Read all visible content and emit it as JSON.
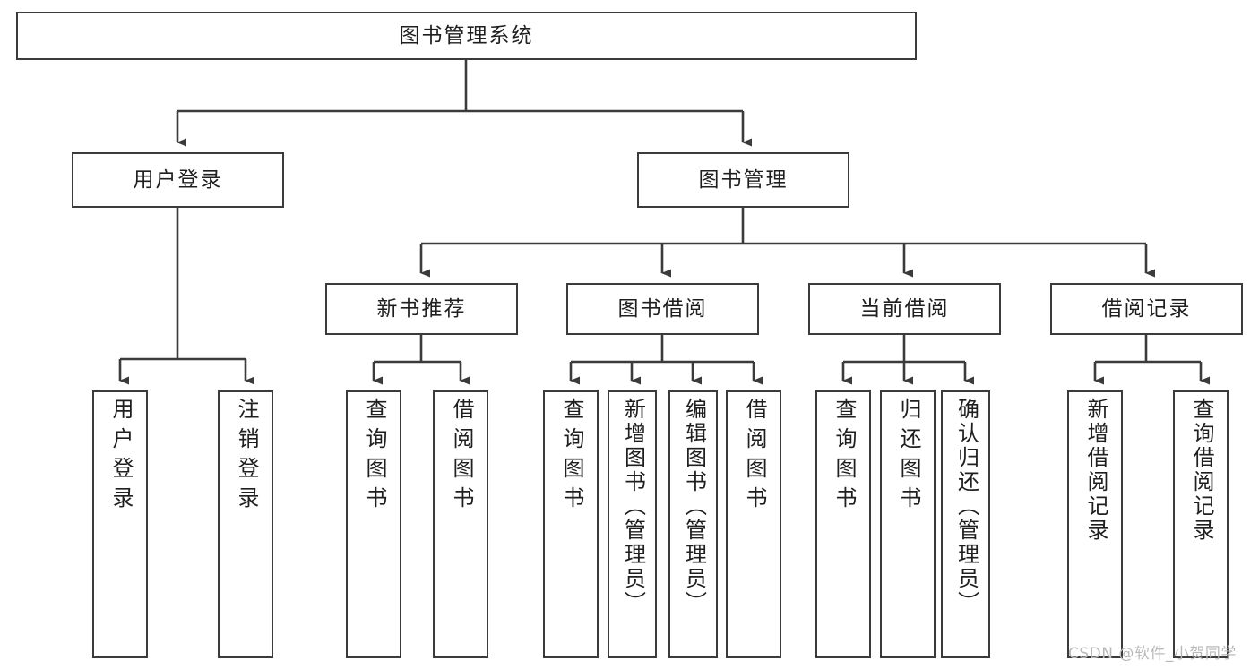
{
  "diagram": {
    "title": "图书管理系统",
    "type": "hierarchy-tree",
    "watermark": "CSDN @软件_小贺同学",
    "colors": {
      "box_border": "#3b3b3b",
      "box_fill": "#ffffff",
      "connector": "#3b3b3b",
      "text": "#1f1f1f",
      "watermark": "#b9b9b9",
      "background": "#ffffff"
    },
    "nodes": {
      "root": {
        "label": "图书管理系统"
      },
      "level2": [
        {
          "id": "user-login",
          "label": "用户登录"
        },
        {
          "id": "book-management",
          "label": "图书管理"
        }
      ],
      "level3": [
        {
          "id": "new-book-recommend",
          "label": "新书推荐"
        },
        {
          "id": "book-borrow",
          "label": "图书借阅"
        },
        {
          "id": "current-borrow",
          "label": "当前借阅"
        },
        {
          "id": "borrow-record",
          "label": "借阅记录"
        }
      ],
      "leaves": {
        "user_login": [
          {
            "id": "leaf-user-login",
            "label": "用户登录"
          },
          {
            "id": "leaf-logout-login",
            "label": "注销登录"
          }
        ],
        "new_book_recommend": [
          {
            "id": "leaf-query-book-1",
            "label": "查询图书"
          },
          {
            "id": "leaf-borrow-book-1",
            "label": "借阅图书"
          }
        ],
        "book_borrow": [
          {
            "id": "leaf-query-book-2",
            "label": "查询图书"
          },
          {
            "id": "leaf-add-book",
            "label": "新增图书（管理员）"
          },
          {
            "id": "leaf-edit-book",
            "label": "编辑图书（管理员）"
          },
          {
            "id": "leaf-borrow-book-2",
            "label": "借阅图书"
          }
        ],
        "current_borrow": [
          {
            "id": "leaf-query-book-3",
            "label": "查询图书"
          },
          {
            "id": "leaf-return-book",
            "label": "归还图书"
          },
          {
            "id": "leaf-confirm-return",
            "label": "确认归还（管理员）"
          }
        ],
        "borrow_record": [
          {
            "id": "leaf-add-record",
            "label": "新增借阅记录"
          },
          {
            "id": "leaf-query-record",
            "label": "查询借阅记录"
          }
        ]
      }
    }
  }
}
